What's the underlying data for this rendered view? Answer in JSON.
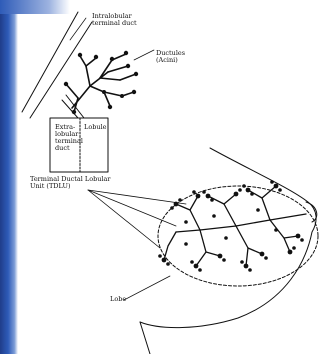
{
  "labels": {
    "intralobular": "Intralobular\nterminal duct",
    "ductules": "Ductules\n(Acini)",
    "extralobular": "Extra-\nlobular\nterminal\nduct",
    "lobule": "Lobule",
    "tdlu": "Terminal Ductal Lobular\nUnit (TDLU)",
    "lobe": "Lobe"
  },
  "colors": {
    "ink": "#111111",
    "slide_edge": "#2e5bb8"
  }
}
